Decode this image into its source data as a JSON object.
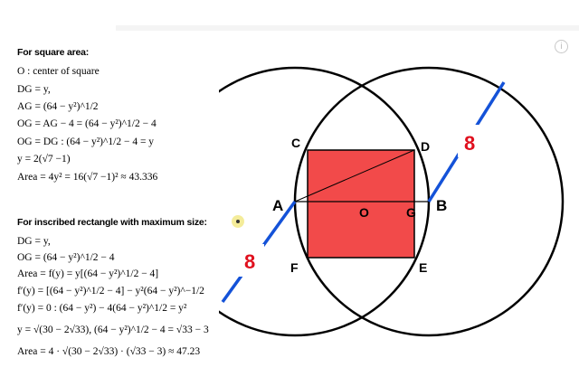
{
  "section_square": {
    "heading": "For square area:",
    "lines": [
      "O : center of square",
      "DG = y,",
      "AG = (64 − y²)^1/2",
      "OG = AG − 4 = (64 − y²)^1/2 − 4",
      "OG = DG : (64 − y²)^1/2 − 4 = y",
      "y = 2(√7 −1)",
      "Area = 4y² = 16(√7 −1)² ≈ 43.336"
    ]
  },
  "section_rect": {
    "heading": "For inscribed rectangle with maximum size:",
    "lines": [
      "DG = y,",
      "OG = (64 − y²)^1/2 − 4",
      "Area = f(y) = y[(64 − y²)^1/2 − 4]",
      "f′(y) = [(64 − y²)^1/2 − 4] − y²(64 − y²)^−1/2",
      "f′(y) = 0 : (64 − y²) − 4(64 − y²)^1/2 = y²",
      "y = √(30 − 2√33), (64 − y²)^1/2 − 4 = √33 − 3",
      "Area = 4 · √(30 − 2√33) · (√33 − 3) ≈ 47.23"
    ]
  },
  "diagram": {
    "points": {
      "A": "A",
      "B": "B",
      "C": "C",
      "D": "D",
      "E": "E",
      "F": "F",
      "G": "G",
      "O": "O"
    },
    "length_left": "8",
    "length_right": "8",
    "colors": {
      "square_fill": "#f24a4a",
      "radius_line": "#1452d8",
      "length_label": "#e0101e",
      "circle": "#000000"
    }
  },
  "info_icon": "info-icon"
}
